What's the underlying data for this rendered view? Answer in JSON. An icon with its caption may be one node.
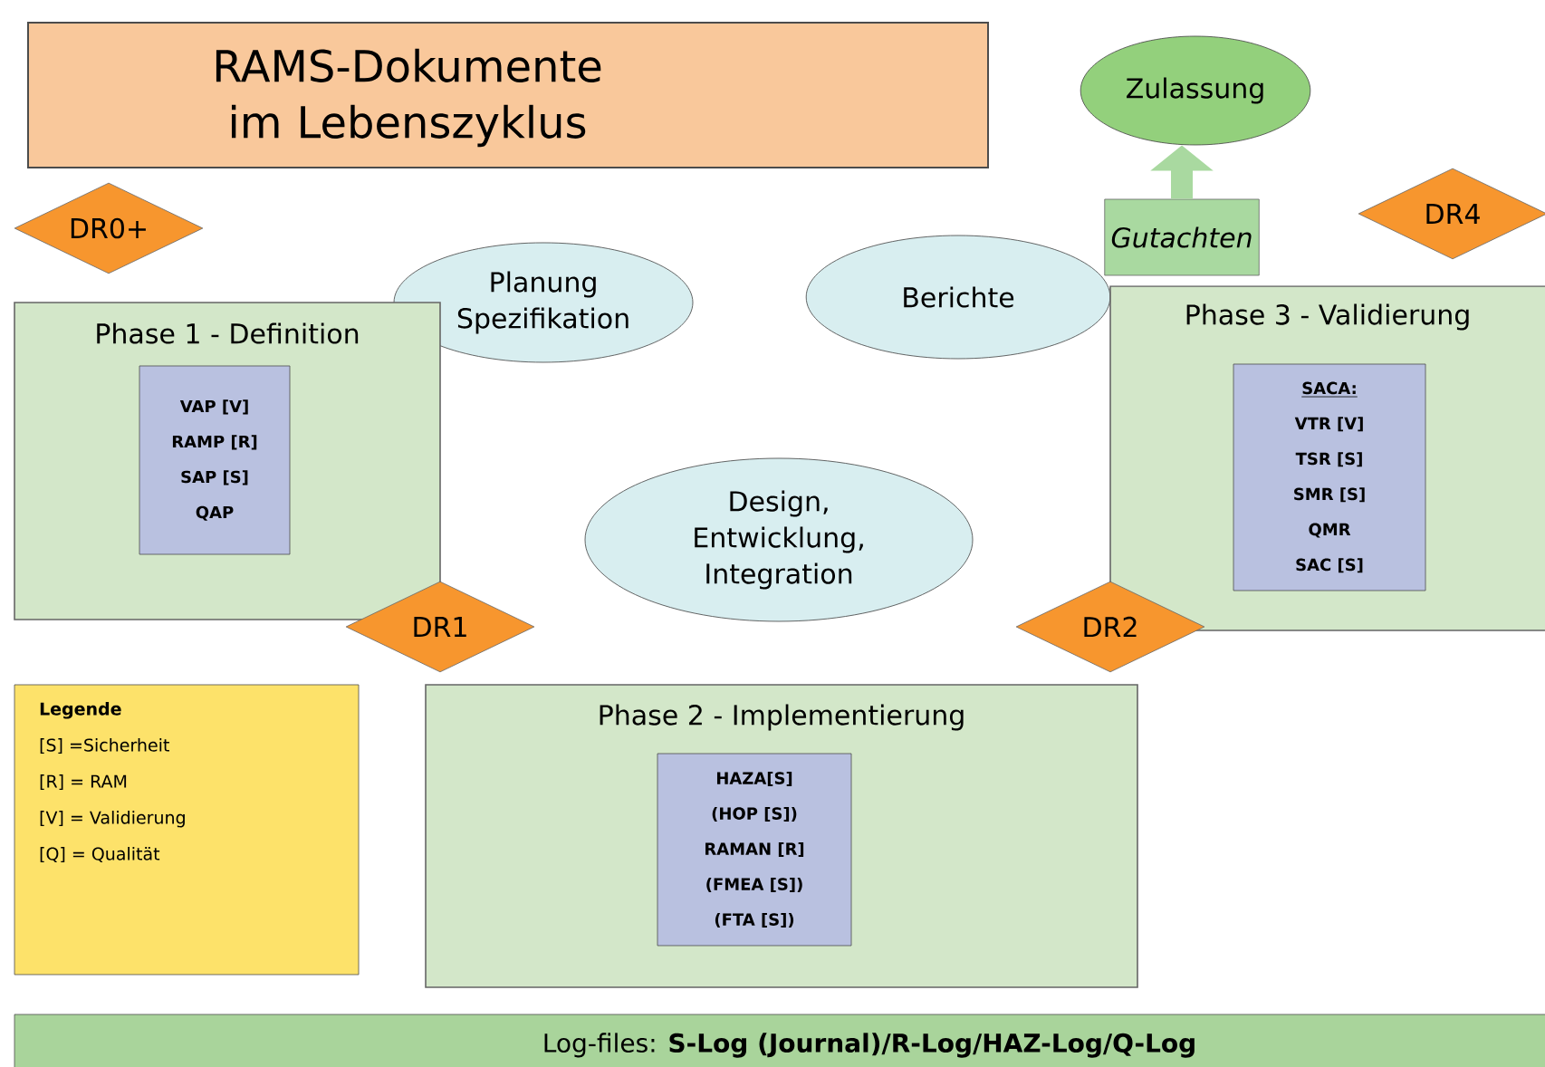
{
  "diagram": {
    "title": "RAMS-Dokumente im Lebenszyklus",
    "nodes": [
      {
        "text": [
          "Zulassung"
        ]
      },
      {
        "text": [
          "DR0+"
        ]
      },
      {
        "text": [
          "Planung Spezifikation"
        ]
      },
      {
        "text": [
          "Berichte"
        ]
      },
      {
        "text": [
          "Gutachten"
        ]
      },
      {
        "text": [
          "DR4"
        ]
      },
      {
        "text": [
          "Phase 1 - Definition"
        ]
      },
      {
        "text": [
          "VAP [V]",
          "RAMP [R]",
          "SAP [S]",
          "QAP"
        ],
        "in": 6
      },
      {
        "text": [
          "Phase 3 - Validierung"
        ]
      },
      {
        "text": [
          "SACA:",
          "VTR [V]",
          "TSR [S]",
          "SMR [S]",
          "QMR",
          "SAC [S]"
        ],
        "in": 8
      },
      {
        "text": [
          "Design, Entwicklung, Integration"
        ]
      },
      {
        "text": [
          "DR1"
        ]
      },
      {
        "text": [
          "DR2"
        ]
      },
      {
        "text": [
          "Legende",
          "[S] =Sicherheit",
          "[R] = RAM",
          "[V] = Validierung",
          "[Q] =  Qualität"
        ]
      },
      {
        "text": [
          "Phase 2 - Implementierung"
        ]
      },
      {
        "text": [
          "HAZA[S]",
          "(HOP [S])",
          "RAMAN [R]",
          "(FMEA [S])",
          "(FTA [S])"
        ],
        "in": 14
      },
      {
        "text": [
          "Log-files:  **S-Log (Journal)/R-Log/HAZ-Log/Q-Log**"
        ]
      }
    ],
    "edges": [
      {
        "from": 4,
        "to": 0,
        "arrow": "to"
      }
    ]
  }
}
